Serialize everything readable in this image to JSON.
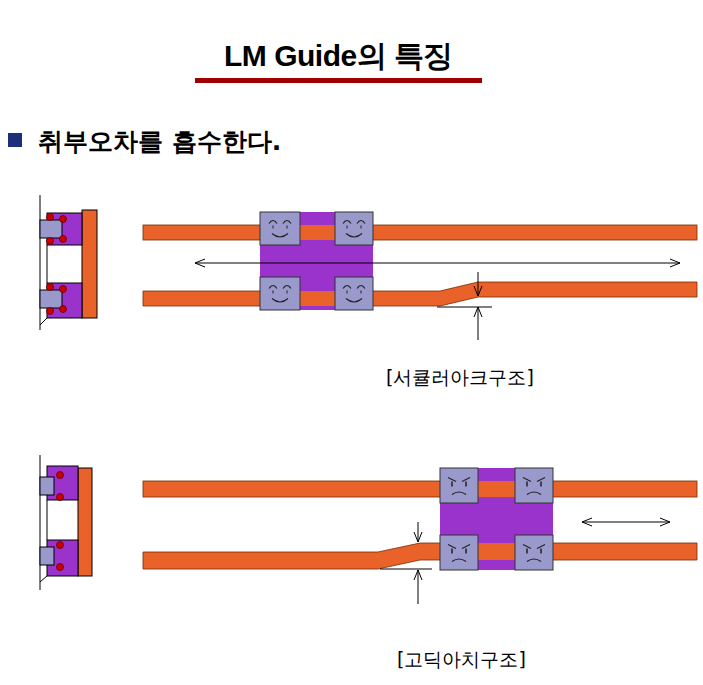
{
  "diagram": {
    "title": "LM Guide의 특징",
    "labels": [
      "취부오차를 흡수한다.",
      "[서큘러아크구조]",
      "[고딕아치구조]"
    ]
  }
}
